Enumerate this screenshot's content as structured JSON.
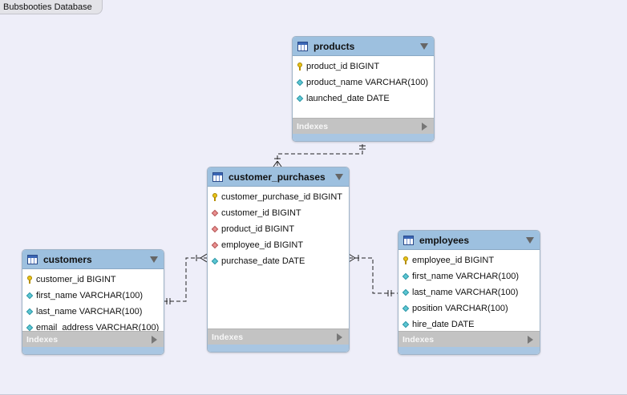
{
  "database_tab": "Bubsbooties Database",
  "indexes_label": "Indexes",
  "tables": {
    "products": {
      "name": "products",
      "columns": [
        {
          "text": "product_id BIGINT",
          "icon": "primary-key-icon"
        },
        {
          "text": "product_name VARCHAR(100)",
          "icon": "column-icon"
        },
        {
          "text": "launched_date DATE",
          "icon": "column-icon"
        }
      ]
    },
    "customer_purchases": {
      "name": "customer_purchases",
      "columns": [
        {
          "text": "customer_purchase_id BIGINT",
          "icon": "primary-key-icon"
        },
        {
          "text": "customer_id BIGINT",
          "icon": "foreign-key-icon"
        },
        {
          "text": "product_id BIGINT",
          "icon": "foreign-key-icon"
        },
        {
          "text": "employee_id BIGINT",
          "icon": "foreign-key-icon"
        },
        {
          "text": "purchase_date DATE",
          "icon": "column-icon"
        }
      ]
    },
    "customers": {
      "name": "customers",
      "columns": [
        {
          "text": "customer_id BIGINT",
          "icon": "primary-key-icon"
        },
        {
          "text": "first_name VARCHAR(100)",
          "icon": "column-icon"
        },
        {
          "text": "last_name VARCHAR(100)",
          "icon": "column-icon"
        },
        {
          "text": "email_address VARCHAR(100)",
          "icon": "column-icon"
        }
      ]
    },
    "employees": {
      "name": "employees",
      "columns": [
        {
          "text": "employee_id BIGINT",
          "icon": "primary-key-icon"
        },
        {
          "text": "first_name VARCHAR(100)",
          "icon": "column-icon"
        },
        {
          "text": "last_name VARCHAR(100)",
          "icon": "column-icon"
        },
        {
          "text": "position VARCHAR(100)",
          "icon": "column-icon"
        },
        {
          "text": "hire_date DATE",
          "icon": "column-icon"
        }
      ]
    }
  },
  "colors": {
    "header": "#9dc0df",
    "indexes_bar": "#c3c3c3",
    "canvas": "#eeeef9",
    "relationship_line": "#222222"
  }
}
